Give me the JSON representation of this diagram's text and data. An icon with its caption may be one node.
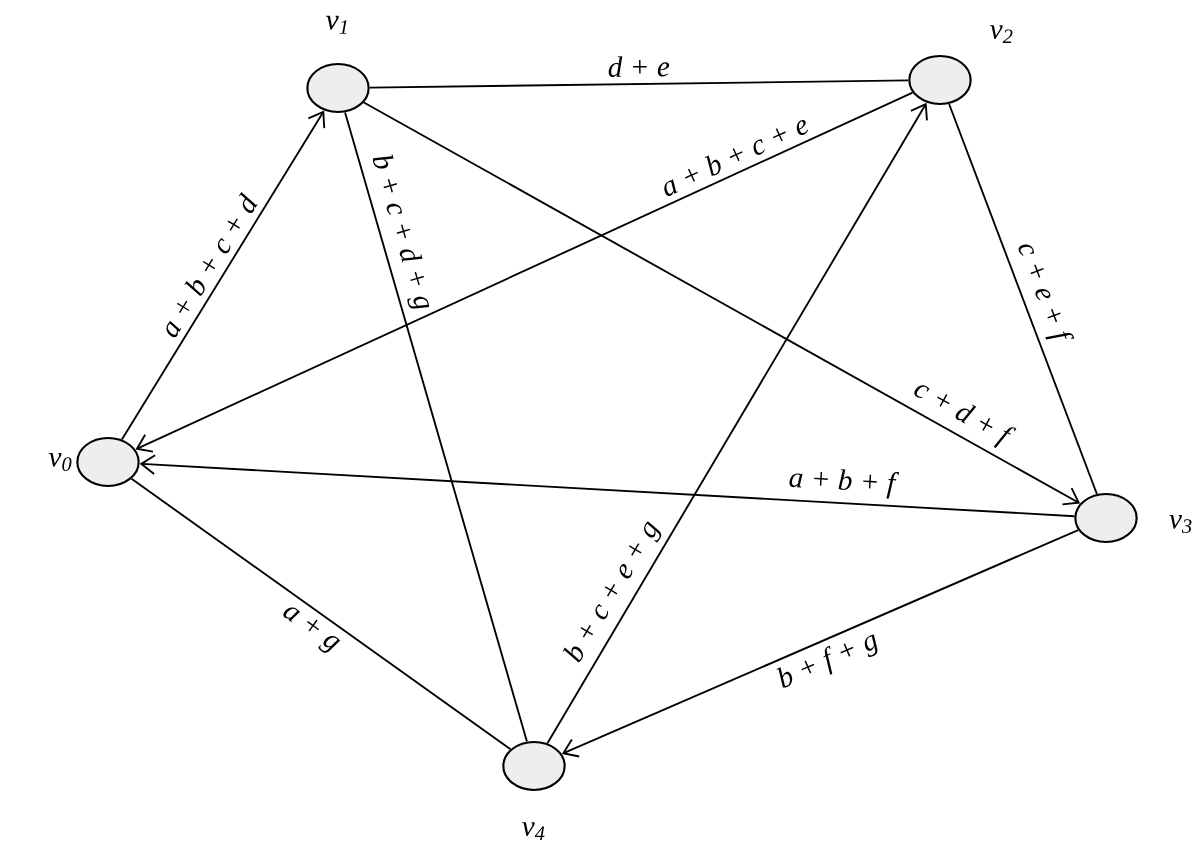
{
  "diagram": {
    "nodes": [
      {
        "text": [],
        "shape": "ellipse",
        "beside": [
          "v$_{0}$"
        ]
      },
      {
        "text": [],
        "shape": "ellipse",
        "beside": [
          "v$_{1}$"
        ]
      },
      {
        "text": [],
        "shape": "ellipse",
        "beside": [
          "v$_{2}$"
        ]
      },
      {
        "text": [],
        "shape": "ellipse",
        "beside": [
          "v$_{3}$"
        ]
      },
      {
        "text": [],
        "shape": "ellipse",
        "beside": [
          "v$_{4}$"
        ]
      }
    ],
    "edges": [
      {
        "from": 0,
        "to": 1,
        "arrow": "to",
        "label": "a + b + c + d"
      },
      {
        "from": 1,
        "to": 2,
        "arrow": "none",
        "label": "d + e"
      },
      {
        "from": 2,
        "to": 0,
        "arrow": "to",
        "label": "a + b + c + e"
      },
      {
        "from": 1,
        "to": 4,
        "arrow": "none",
        "label": "b + c + d + g"
      },
      {
        "from": 1,
        "to": 3,
        "arrow": "to",
        "label": "c + d + f"
      },
      {
        "from": 2,
        "to": 3,
        "arrow": "none",
        "label": "c + e + f"
      },
      {
        "from": 3,
        "to": 0,
        "arrow": "to",
        "label": "a + b + f"
      },
      {
        "from": 0,
        "to": 4,
        "arrow": "none",
        "label": "a + g"
      },
      {
        "from": 4,
        "to": 2,
        "arrow": "to",
        "label": "b + c + e + g"
      },
      {
        "from": 3,
        "to": 4,
        "arrow": "to",
        "label": "b + f + g"
      }
    ]
  }
}
